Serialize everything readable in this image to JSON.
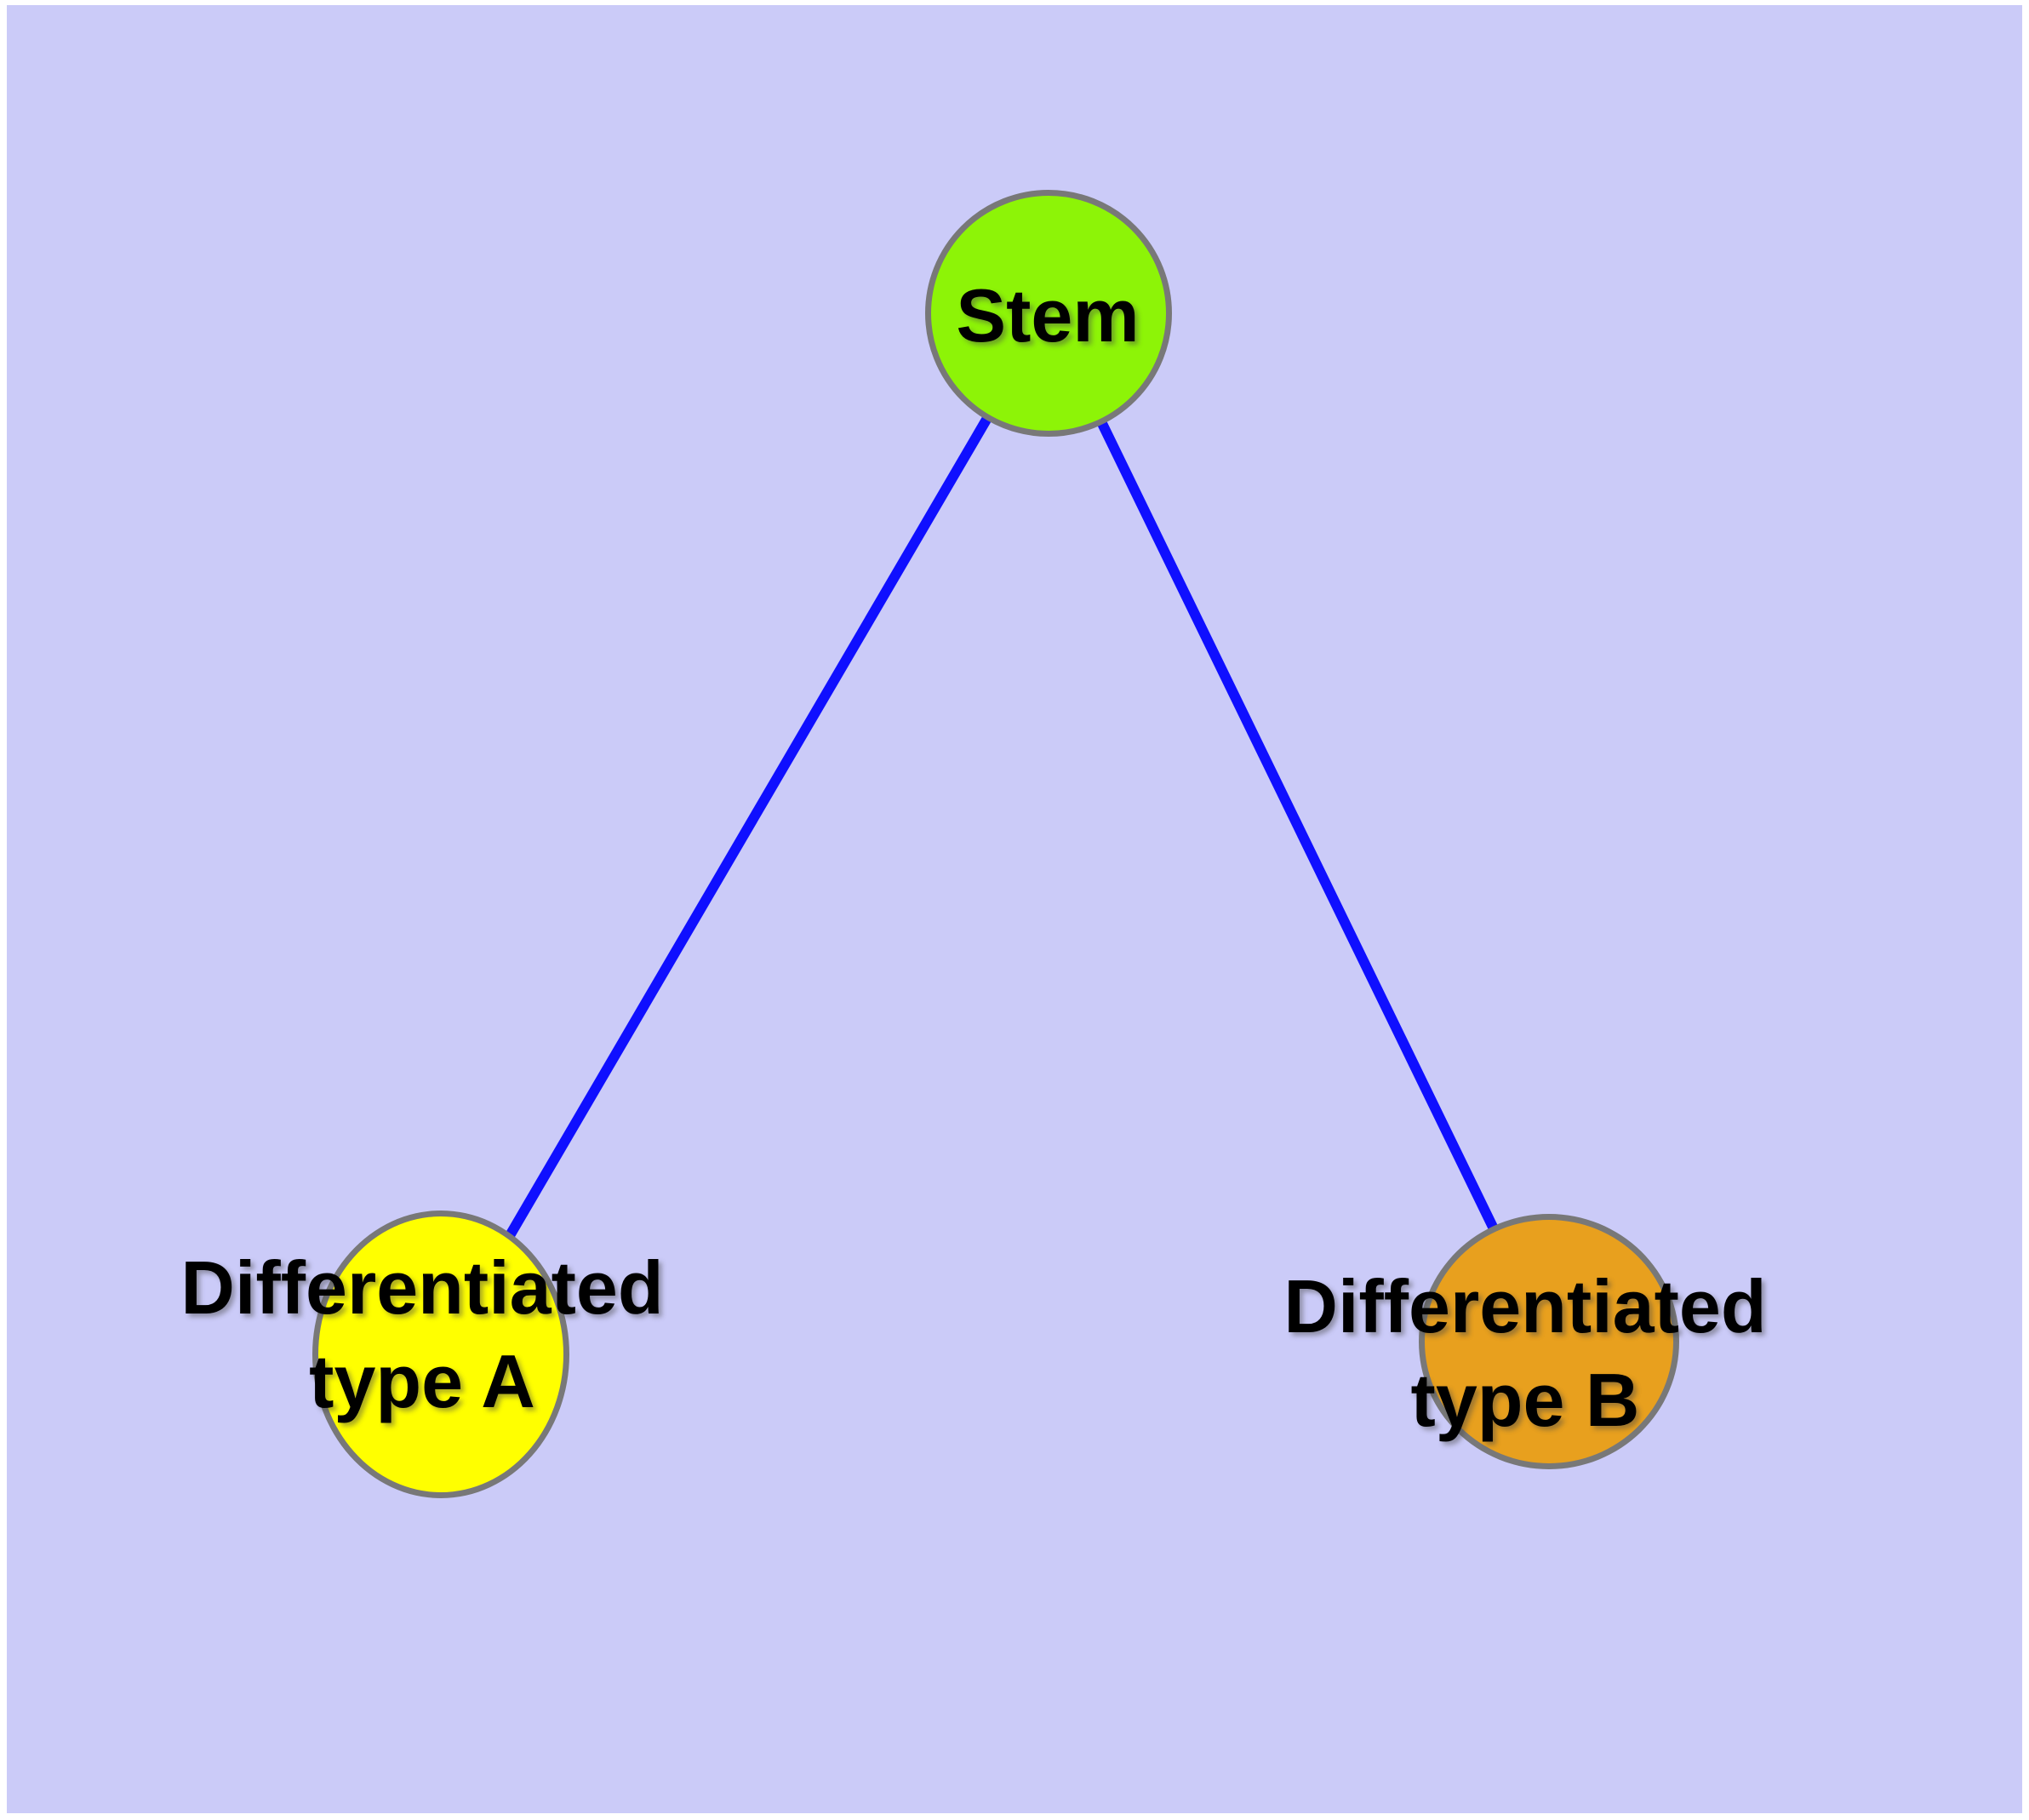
{
  "diagram": {
    "background_color": "#CBCBF8",
    "page_margin_color": "#FFFFFF",
    "edge_color": "#0F0FFF",
    "node_border_color": "#787878",
    "label_text_color": "#000000",
    "nodes": [
      {
        "id": "stem",
        "label": "Stem",
        "lines": [
          "Stem"
        ],
        "fill": "#8DF407"
      },
      {
        "id": "type-a",
        "label": "Differentiated type A",
        "lines": [
          "Differentiated",
          "type A"
        ],
        "fill": "#FFFF00"
      },
      {
        "id": "type-b",
        "label": "Differentiated type B",
        "lines": [
          "Differentiated",
          "type B"
        ],
        "fill": "#E8A01E"
      }
    ],
    "edges": [
      {
        "from": "Stem",
        "to": "Differentiated type A"
      },
      {
        "from": "Stem",
        "to": "Differentiated type B"
      }
    ]
  }
}
